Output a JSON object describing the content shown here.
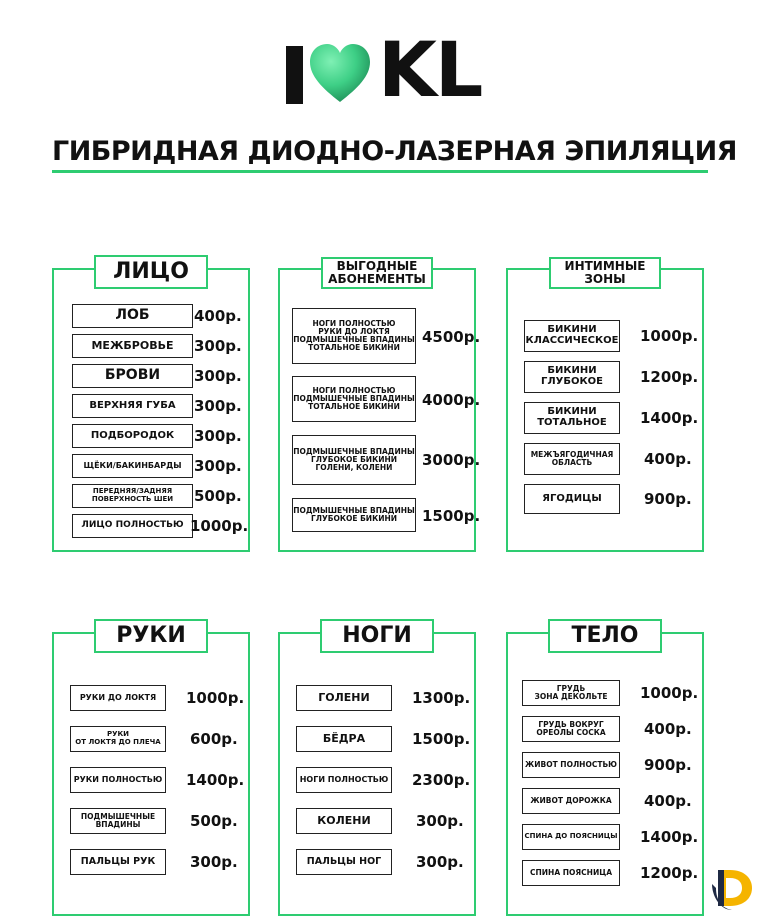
{
  "logo": {
    "left": "I",
    "right": "KL",
    "heart_color": "#3ecf86"
  },
  "title": "ГИБРИДНАЯ ДИОДНО-ЛАЗЕРНАЯ ЭПИЛЯЦИЯ",
  "accent": "#2ecc71",
  "sections": {
    "face": {
      "title": "ЛИЦО",
      "items": [
        {
          "label": "ЛОБ",
          "price": "400р."
        },
        {
          "label": "МЕЖБРОВЬЕ",
          "price": "300р."
        },
        {
          "label": "БРОВИ",
          "price": "300р."
        },
        {
          "label": "ВЕРХНЯЯ ГУБА",
          "price": "300р."
        },
        {
          "label": "ПОДБОРОДОК",
          "price": "300р."
        },
        {
          "label": "ЩЁКИ/БАКИНБАРДЫ",
          "price": "300р."
        },
        {
          "label": "ПЕРЕДНЯЯ/ЗАДНЯЯ\nПОВЕРХНОСТЬ ШЕИ",
          "price": "500р."
        },
        {
          "label": "ЛИЦО ПОЛНОСТЬЮ",
          "price": "1000р."
        }
      ]
    },
    "subs": {
      "title": "ВЫГОДНЫЕ\nАБОНЕМЕНТЫ",
      "items": [
        {
          "label": "НОГИ ПОЛНОСТЬЮ\nРУКИ ДО ЛОКТЯ\nПОДМЫШЕЧНЫЕ ВПАДИНЫ\nТОТАЛЬНОЕ БИКИНИ",
          "price": "4500р."
        },
        {
          "label": "НОГИ ПОЛНОСТЬЮ\nПОДМЫШЕЧНЫЕ ВПАДИНЫ\nТОТАЛЬНОЕ БИКИНИ",
          "price": "4000р."
        },
        {
          "label": "ПОДМЫШЕЧНЫЕ ВПАДИНЫ\nГЛУБОКОЕ БИКИНИ\nГОЛЕНИ, КОЛЕНИ",
          "price": "3000р."
        },
        {
          "label": "ПОДМЫШЕЧНЫЕ ВПАДИНЫ\nГЛУБОКОЕ БИКИНИ",
          "price": "1500р."
        }
      ]
    },
    "intimate": {
      "title": "ИНТИМНЫЕ\nЗОНЫ",
      "items": [
        {
          "label": "БИКИНИ\nКЛАССИЧЕСКОЕ",
          "price": "1000р."
        },
        {
          "label": "БИКИНИ\nГЛУБОКОЕ",
          "price": "1200р."
        },
        {
          "label": "БИКИНИ\nТОТАЛЬНОЕ",
          "price": "1400р."
        },
        {
          "label": "МЕЖЪЯГОДИЧНАЯ\nОБЛАСТЬ",
          "price": "400р."
        },
        {
          "label": "ЯГОДИЦЫ",
          "price": "900р."
        }
      ]
    },
    "arms": {
      "title": "РУКИ",
      "items": [
        {
          "label": "РУКИ ДО ЛОКТЯ",
          "price": "1000р."
        },
        {
          "label": "РУКИ\nОТ ЛОКТЯ ДО ПЛЕЧА",
          "price": "600р."
        },
        {
          "label": "РУКИ ПОЛНОСТЬЮ",
          "price": "1400р."
        },
        {
          "label": "ПОДМЫШЕЧНЫЕ\nВПАДИНЫ",
          "price": "500р."
        },
        {
          "label": "ПАЛЬЦЫ РУК",
          "price": "300р."
        }
      ]
    },
    "legs": {
      "title": "НОГИ",
      "items": [
        {
          "label": "ГОЛЕНИ",
          "price": "1300р."
        },
        {
          "label": "БЁДРА",
          "price": "1500р."
        },
        {
          "label": "НОГИ ПОЛНОСТЬЮ",
          "price": "2300р."
        },
        {
          "label": "КОЛЕНИ",
          "price": "300р."
        },
        {
          "label": "ПАЛЬЦЫ НОГ",
          "price": "300р."
        }
      ]
    },
    "body": {
      "title": "ТЕЛО",
      "items": [
        {
          "label": "ГРУДЬ\nЗОНА ДЕКОЛЬТЕ",
          "price": "1000р."
        },
        {
          "label": "ГРУДЬ ВОКРУГ\nОРЕОЛЫ СОСКА",
          "price": "400р."
        },
        {
          "label": "ЖИВОТ ПОЛНОСТЬЮ",
          "price": "900р."
        },
        {
          "label": "ЖИВОТ ДОРОЖКА",
          "price": "400р."
        },
        {
          "label": "СПИНА ДО ПОЯСНИЦЫ",
          "price": "1400р."
        },
        {
          "label": "СПИНА ПОЯСНИЦА",
          "price": "1200р."
        }
      ]
    }
  }
}
